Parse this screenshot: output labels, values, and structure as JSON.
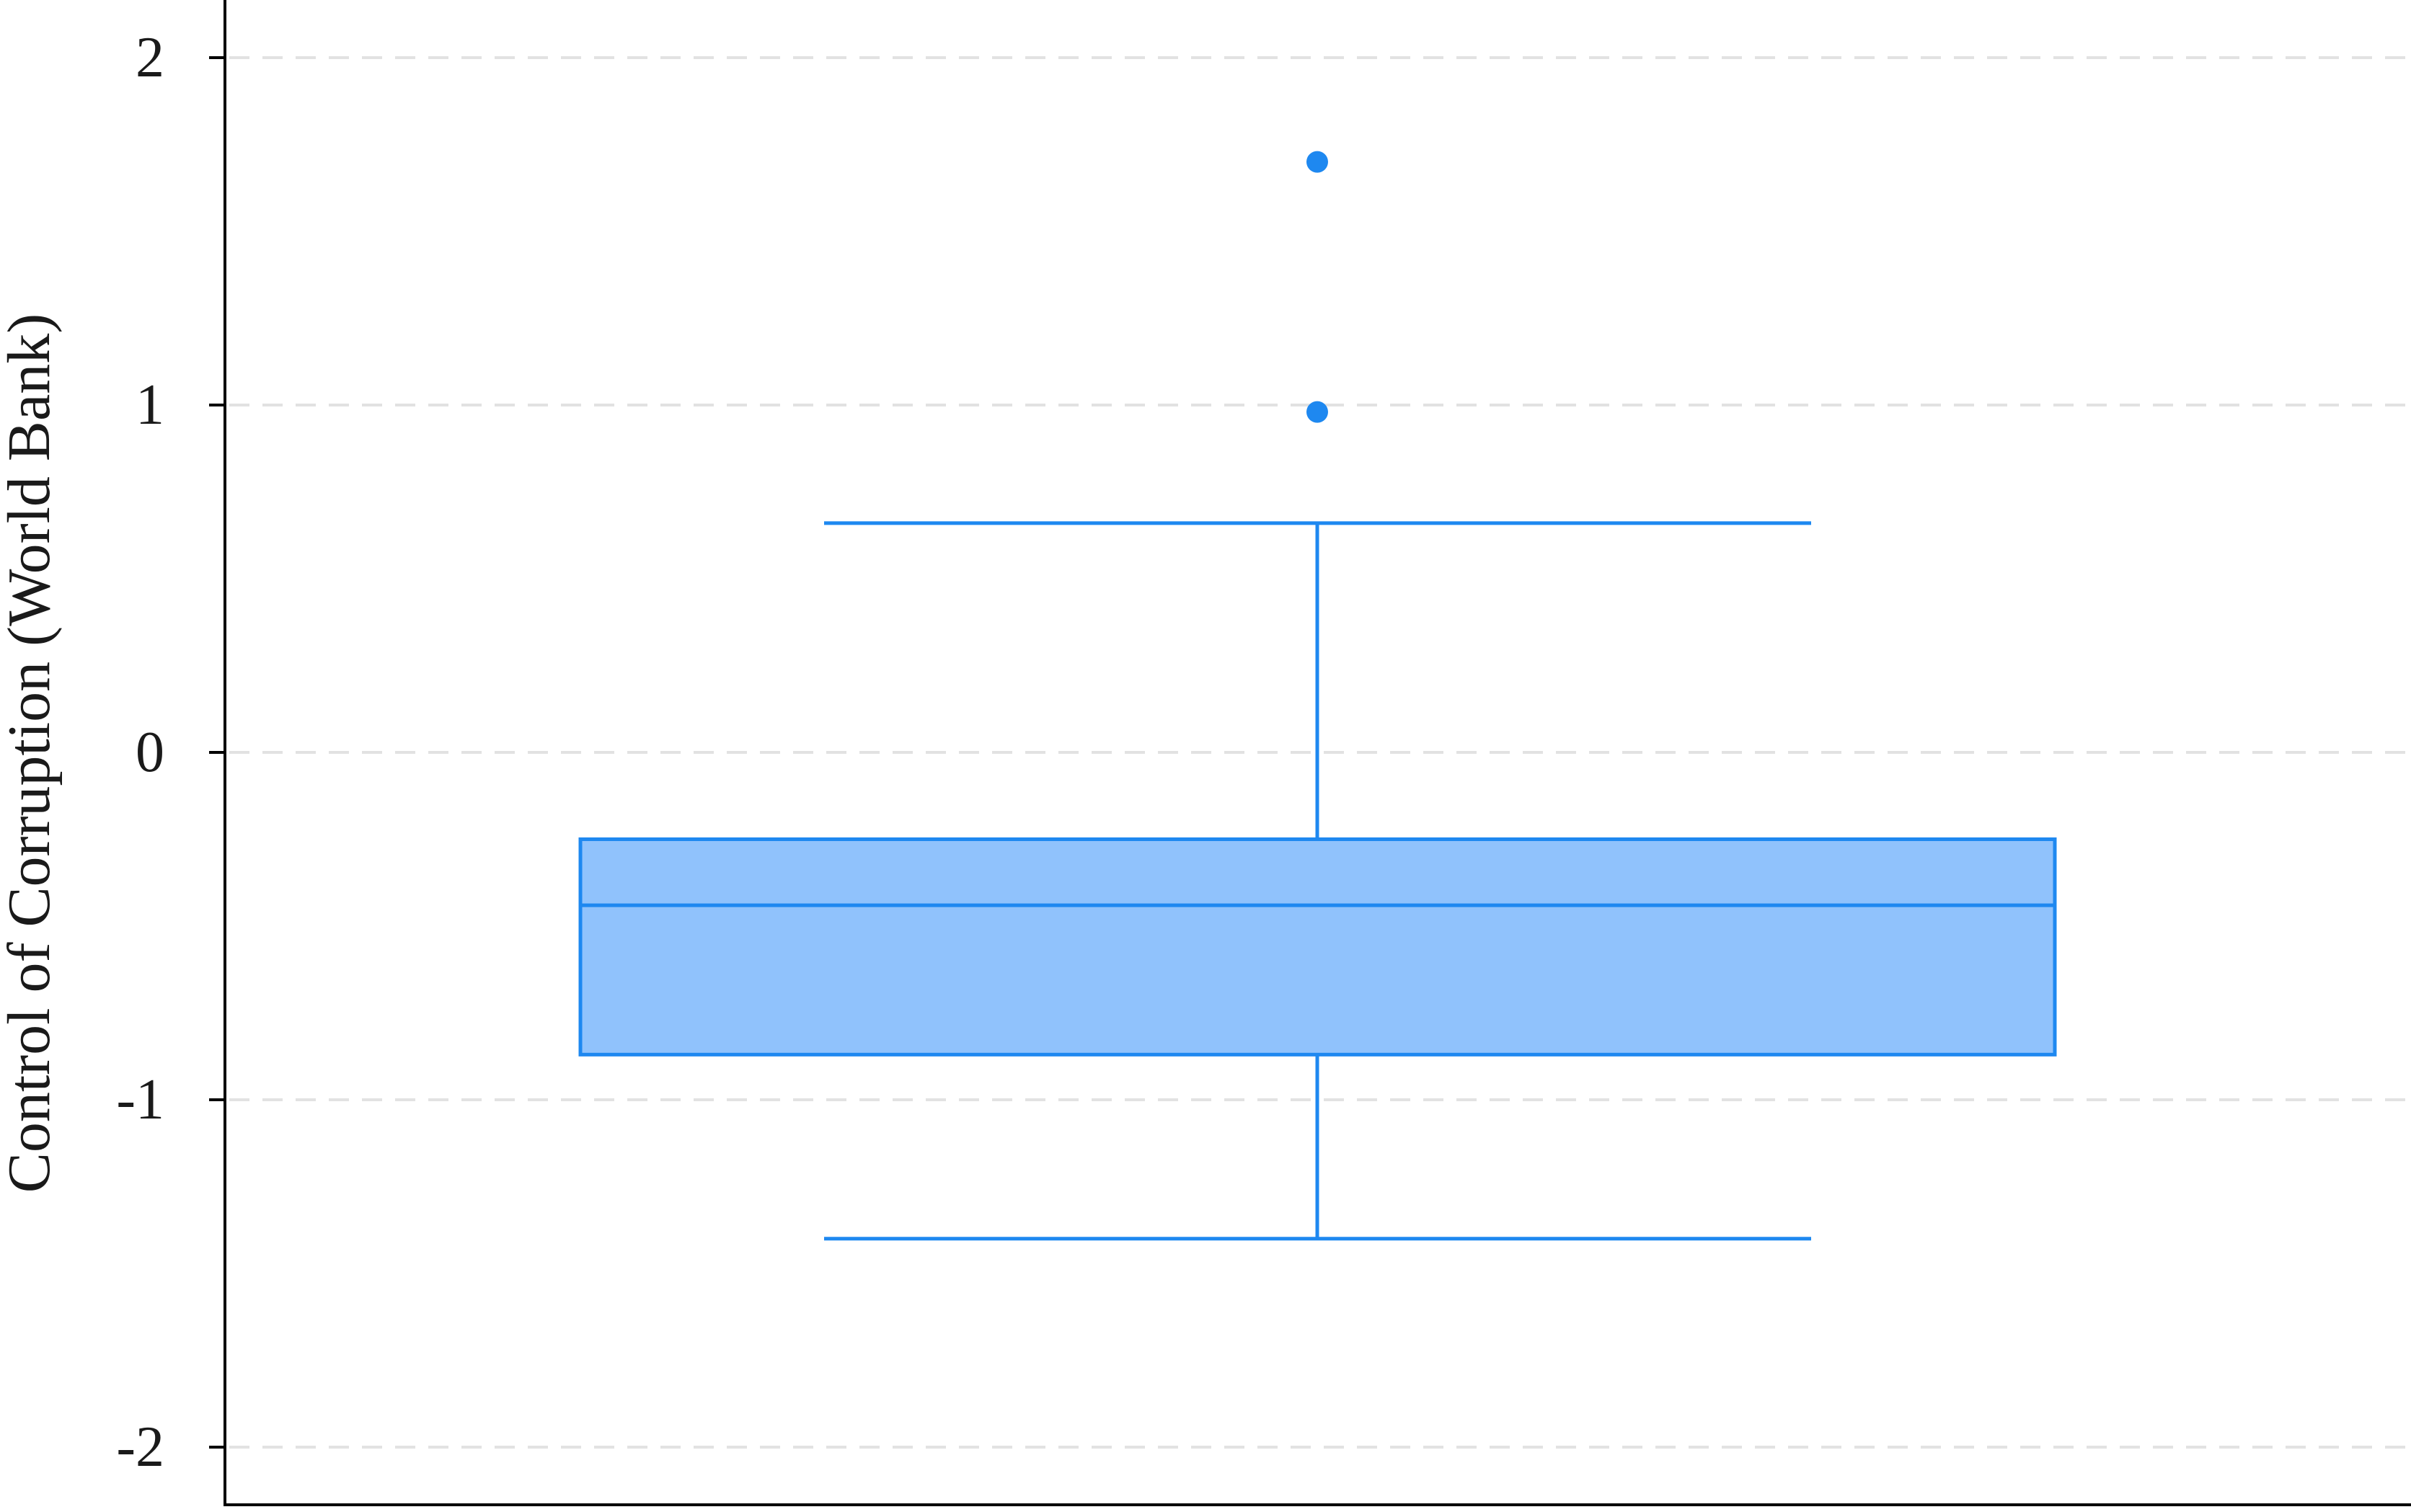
{
  "chart_data": {
    "type": "box",
    "title": "",
    "xlabel": "",
    "ylabel": "Control of Corruption (World Bank)",
    "ylim": [
      -2.16,
      2.16
    ],
    "yticks": [
      2,
      1,
      0,
      -1,
      -2
    ],
    "ytick_labels": [
      "2",
      "1",
      "0",
      "-1",
      "-2"
    ],
    "grid": true,
    "series": [
      {
        "whisker_low": -1.4,
        "q1": -0.87,
        "median": -0.44,
        "q3": -0.25,
        "whisker_high": 0.66,
        "outliers": [
          1.7,
          0.98
        ]
      }
    ]
  },
  "colors": {
    "box_fill": "#90C2FC",
    "box_stroke": "#1E88F0",
    "grid": "#E2E2E2",
    "axis": "#000000",
    "text": "#1a1a1a",
    "background": "#FFFFFF"
  }
}
